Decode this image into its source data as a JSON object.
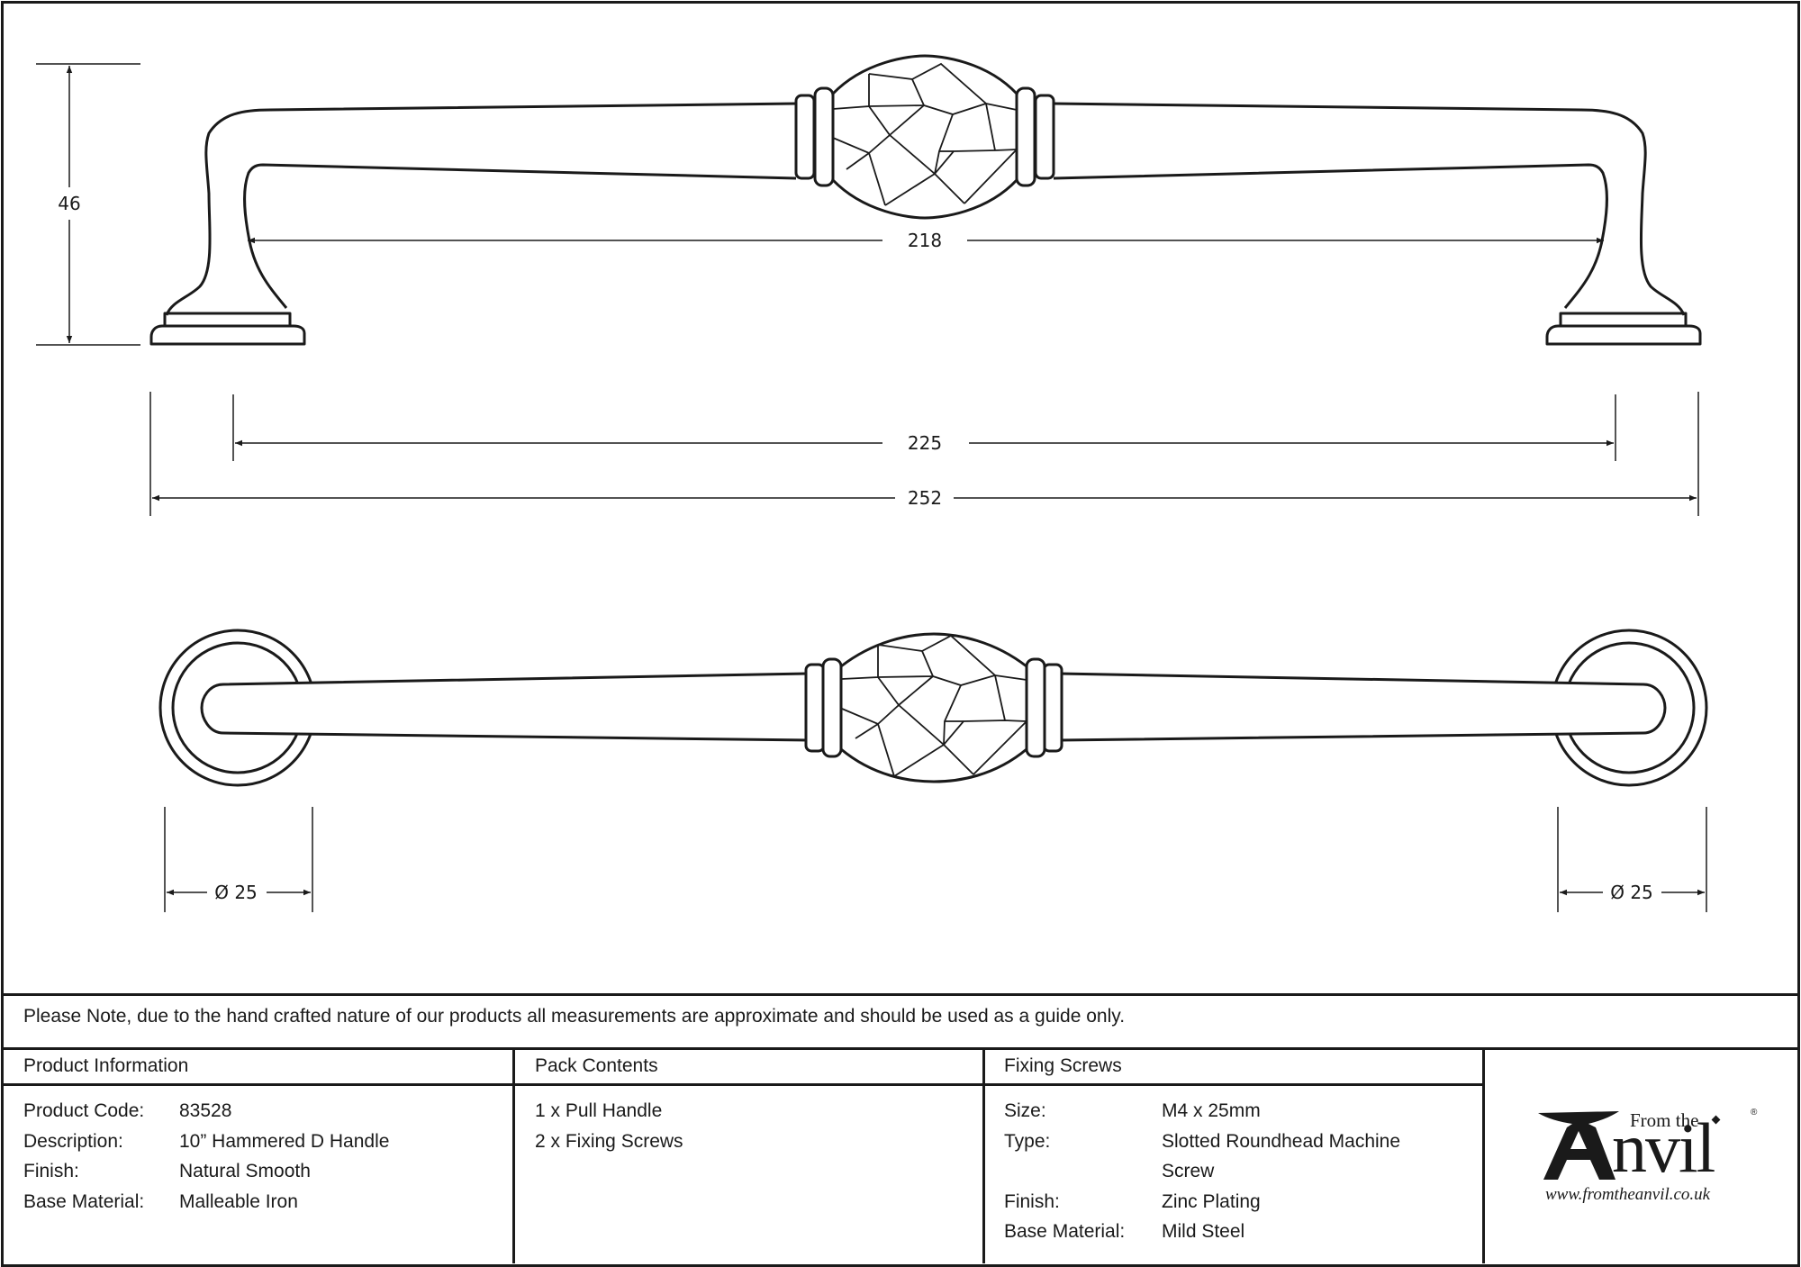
{
  "drawing": {
    "title": "10\" Hammered D Handle technical drawing",
    "side_view": {
      "dimensions": {
        "height": "46",
        "inner_span": "218",
        "centres": "225",
        "overall_length": "252"
      }
    },
    "top_view": {
      "dimensions": {
        "left_rose_diameter": "Ø 25",
        "right_rose_diameter": "Ø 25"
      }
    }
  },
  "note": "Please Note, due to the hand crafted nature of our products all measurements are approximate and should be used as a guide only.",
  "product_information": {
    "heading": "Product Information",
    "rows": [
      {
        "label": "Product Code:",
        "value": "83528"
      },
      {
        "label": "Description:",
        "value": "10” Hammered D Handle"
      },
      {
        "label": "Finish:",
        "value": "Natural Smooth"
      },
      {
        "label": "Base Material:",
        "value": "Malleable Iron"
      }
    ]
  },
  "pack_contents": {
    "heading": "Pack Contents",
    "items": [
      "1 x Pull Handle",
      "2 x Fixing Screws"
    ]
  },
  "fixing_screws": {
    "heading": "Fixing Screws",
    "rows": [
      {
        "label": "Size:",
        "value": "M4 x 25mm"
      },
      {
        "label": "Type:",
        "value": "Slotted Roundhead Machine"
      },
      {
        "label": "",
        "value": "Screw"
      },
      {
        "label": "Finish:",
        "value": "Zinc Plating"
      },
      {
        "label": "Base Material:",
        "value": "Mild Steel"
      }
    ]
  },
  "logo": {
    "from_the": "From the",
    "brand": "Anvil",
    "registered": "®",
    "url": "www.fromtheanvil.co.uk"
  }
}
